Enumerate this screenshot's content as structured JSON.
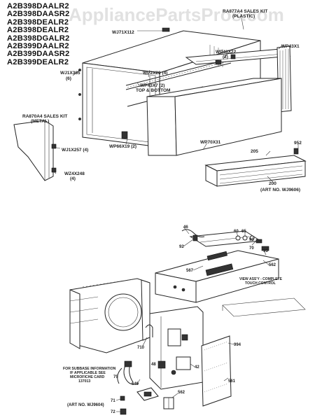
{
  "watermark": "AppliancePartsPros.com",
  "models": [
    "A2B398DAALR2",
    "A2B398DAASR2",
    "A2B398DEALR2",
    "A2B398DEALR2",
    "A2B398DGALR2",
    "A2B399DAALR2",
    "A2B399DAASR2",
    "A2B399DEALR2"
  ],
  "upper_labels": {
    "wj71x112": "WJ71X112",
    "ra877a4_1": "RA877A4 SALES KIT",
    "ra877a4_2": "(PLASTIC)",
    "wp43x22": "WP43X22",
    "wp43x22_qty": "(2)",
    "wp43x1": "WP43X1",
    "wj1x365": "WJ1X365",
    "wj1x365_qty": "(6)",
    "wp2x20": "WP2X20 (4)",
    "wp43x7_1": "WP43X7 (2)",
    "wp43x7_2": "TOP & BOTTOM",
    "ra870a4_1": "RA870A4 SALES KIT",
    "ra870a4_2": "(METAL)",
    "wj1x257": "WJ1X257 (4)",
    "wz4x248": "WZ4X248",
    "wz4x248_qty": "(4)",
    "wp66x19": "WP66X19 (2)",
    "wp70x31": "WP70X31",
    "n205": "205",
    "n952": "952",
    "n200": "200",
    "art_upper": "(ART NO. WJ9606)"
  },
  "lower_labels": {
    "n46": "46",
    "n92": "92",
    "n60": "60",
    "n65": "65",
    "n70": "70",
    "n90": "90",
    "n95": "95",
    "n567": "567",
    "n562": "562",
    "view_note_1": "VIEW ASS'Y - COMPLETE",
    "view_note_2": "TOUCH CONTROL",
    "n710": "710",
    "n994": "994",
    "n48": "48",
    "n42": "42",
    "n561": "561",
    "n75": "75",
    "n640": "640",
    "n71": "71",
    "n72": "72",
    "n562b": "562",
    "subbase_1": "FOR SUBBASE INFORMATION",
    "subbase_2": "IF APPLICABLE SEE",
    "subbase_3": "MICROFICHE CARD",
    "subbase_4": "137013",
    "art_lower": "(ART NO. WJ9604)"
  }
}
